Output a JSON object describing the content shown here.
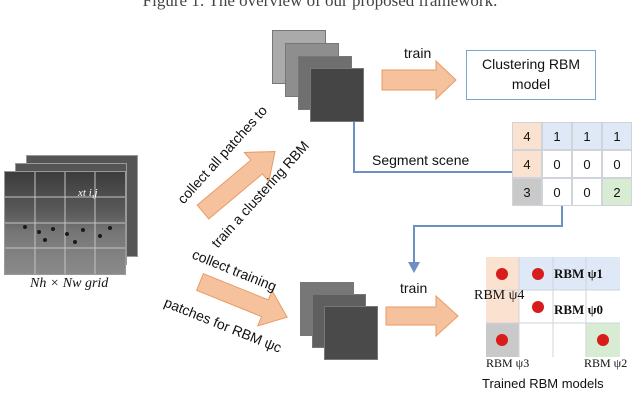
{
  "caption": "Figure 1:  The overview of our proposed framework.",
  "labels": {
    "train_top": "train",
    "clustering_box": "Clustering RBM model",
    "segment_scene": "Segment scene",
    "collect_all": "collect all patches to",
    "train_clustering": "train a clustering RBM",
    "collect_training": "collect training",
    "patches_for": "patches for RBM ψc",
    "train_bottom": "train",
    "grid_label": "Nh × Nw grid",
    "grid_var": "xt i,j",
    "trained_models": "Trained RBM models"
  },
  "segment_grid": [
    [
      "4",
      "1",
      "1",
      "1"
    ],
    [
      "4",
      "0",
      "0",
      "0"
    ],
    [
      "3",
      "0",
      "0",
      "2"
    ]
  ],
  "rbm_labels": {
    "psi1": "RBM ψ1",
    "psi4": "RBM ψ4",
    "psi0": "RBM ψ0",
    "psi3": "RBM ψ3",
    "psi2": "RBM ψ2"
  },
  "colors": {
    "arrow_fill": "#f6c29d",
    "arrow_edge": "#e89a63",
    "line_blue": "#6f8fc3",
    "cell_orange": "#fbe1cf",
    "cell_blue": "#dfe8f6",
    "cell_gray": "#c9c9c9",
    "cell_green": "#d7ecd2",
    "dot_red": "#d81c1c"
  }
}
